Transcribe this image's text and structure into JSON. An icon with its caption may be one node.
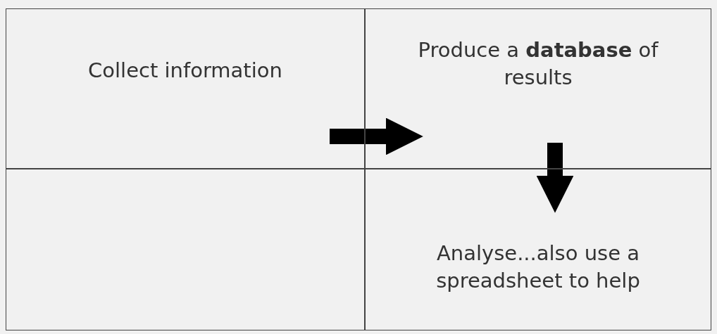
{
  "diagram": {
    "nodes": [
      {
        "text": [
          "Collect information"
        ]
      },
      {
        "text": [
          "Produce a **database** of results"
        ]
      },
      {
        "text": [],
        "shape": "box"
      },
      {
        "text": [
          "Analyse...also use a spreadsheet to help"
        ]
      }
    ],
    "edges": [
      {
        "from": 0,
        "to": 1,
        "arrow": "to"
      },
      {
        "from": 1,
        "to": 3,
        "arrow": "to"
      }
    ]
  }
}
